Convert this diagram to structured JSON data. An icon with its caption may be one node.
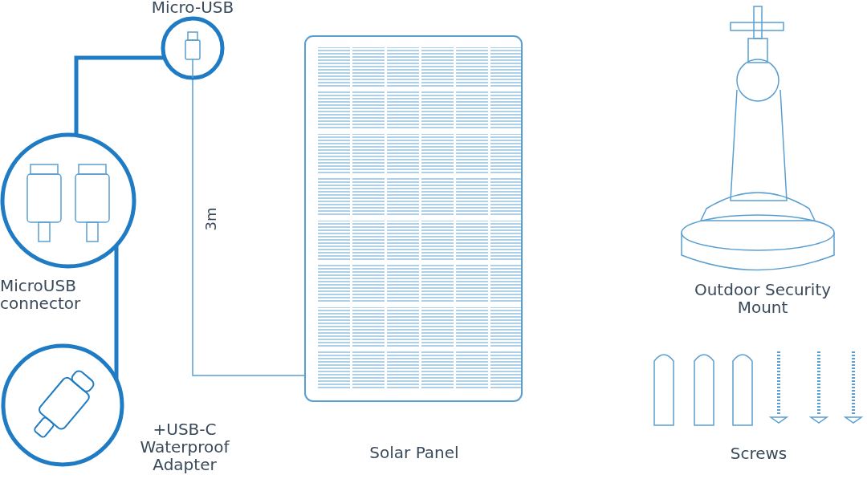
{
  "diagram": {
    "nodes": [
      {
        "text": [
          "Micro-USB"
        ]
      },
      {
        "text": [
          "MicroUSB connector"
        ]
      },
      {
        "text": [
          "+USB-C Waterproof Adapter"
        ]
      },
      {
        "text": [
          "Solar Panel"
        ]
      },
      {
        "text": [
          "Outdoor Security Mount"
        ]
      },
      {
        "text": [
          "Screws"
        ]
      }
    ],
    "edges": [
      {
        "from": 3,
        "to": 0,
        "arrow": "none",
        "label": "3m",
        "color": "#5b9fd0"
      },
      {
        "from": 0,
        "to": 1,
        "arrow": "none"
      },
      {
        "from": 1,
        "to": 2,
        "arrow": "none"
      }
    ]
  }
}
